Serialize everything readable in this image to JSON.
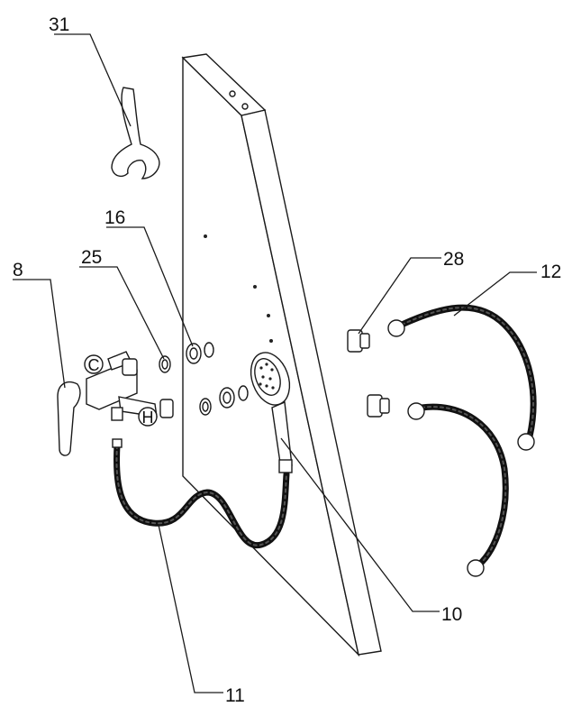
{
  "callouts": {
    "wrench": "31",
    "seal_ring": "16",
    "washer": "25",
    "mixer_valve": "8",
    "adapter": "28",
    "inlet_hose": "12",
    "hand_shower": "10",
    "shower_hose": "11"
  },
  "valve_marks": {
    "cold": "C",
    "hot": "H"
  },
  "colors": {
    "ink": "#1a1a1a",
    "hose": "#111111",
    "background": "#ffffff"
  }
}
